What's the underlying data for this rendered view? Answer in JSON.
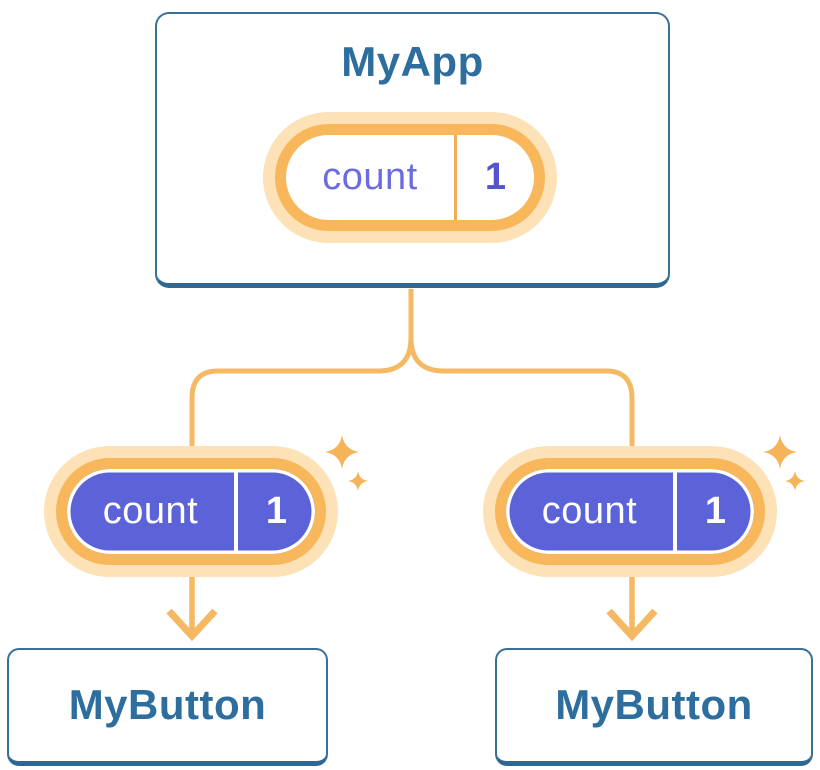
{
  "root_component": {
    "name": "MyApp",
    "state_pill": {
      "label": "count",
      "value": "1"
    }
  },
  "child_components": [
    {
      "name": "MyButton",
      "prop_pill": {
        "label": "count",
        "value": "1"
      }
    },
    {
      "name": "MyButton",
      "prop_pill": {
        "label": "count",
        "value": "1"
      }
    }
  ],
  "colors": {
    "connector_orange": "#F4B962",
    "pill_ring_orange": "#F9B75C",
    "pill_halo_orange": "#FCE2B6",
    "divider_orange": "#F2AC55",
    "sparkle_orange": "#F5B459",
    "pill_purple": "#5C63D8",
    "state_label_purple": "#6C6CE0",
    "state_value_purple": "#5452CE",
    "box_border_blue": "#3A7098",
    "title_blue": "#2D6E9E"
  }
}
